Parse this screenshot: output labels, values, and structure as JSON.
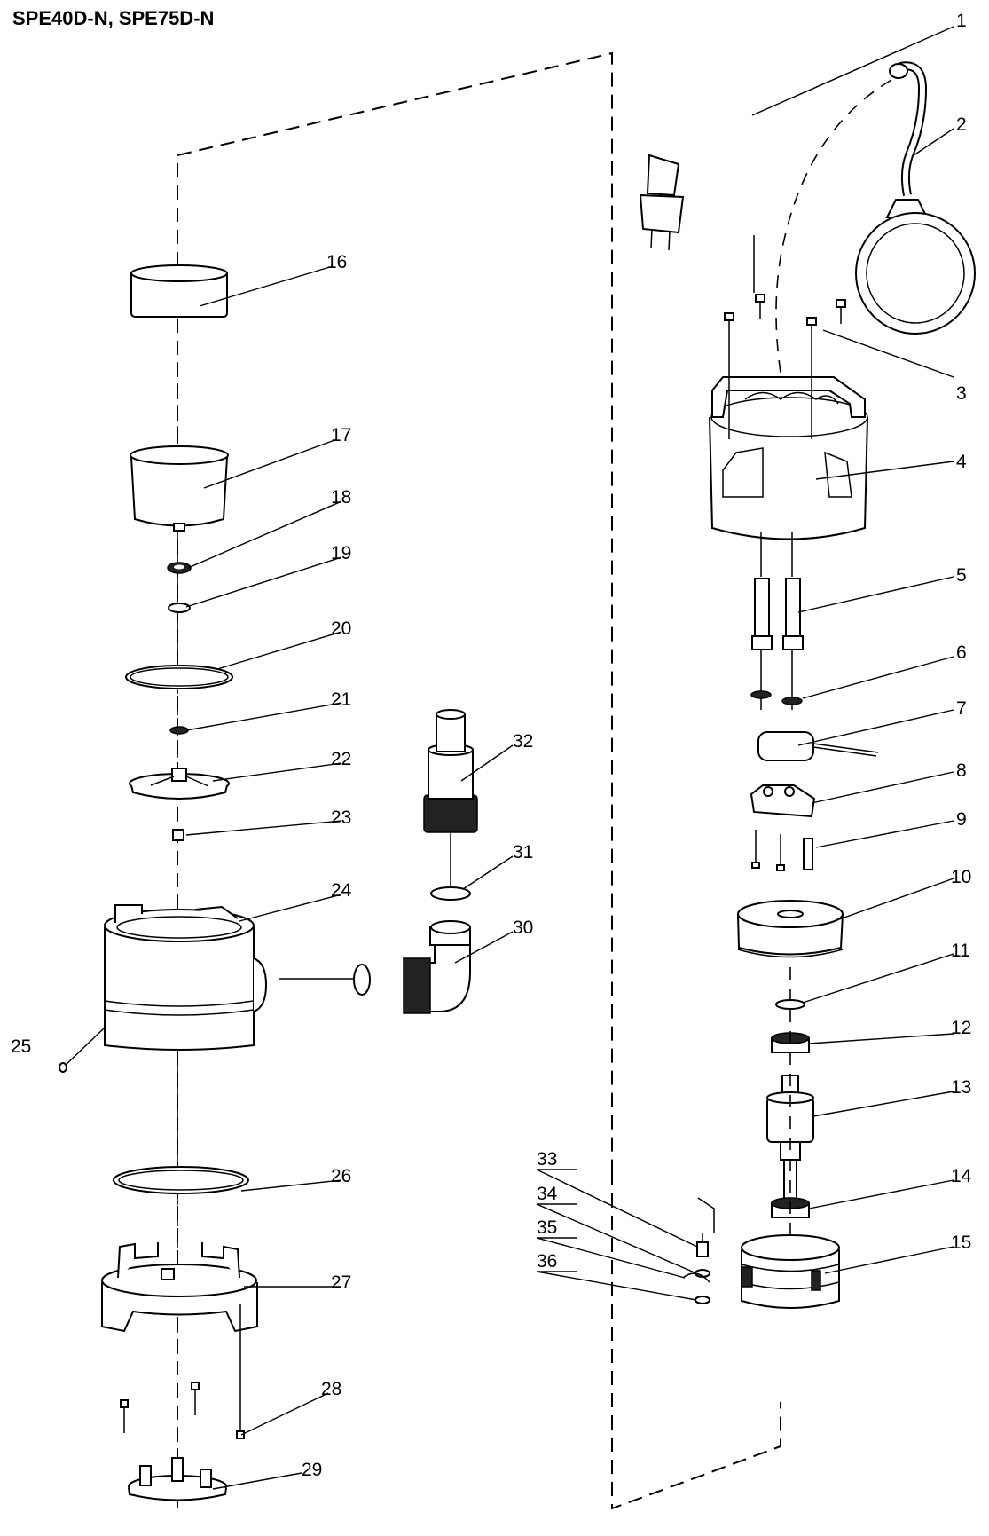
{
  "title": "SPE40D-N, SPE75D-N",
  "part_labels": [
    "1",
    "2",
    "3",
    "4",
    "5",
    "6",
    "7",
    "8",
    "9",
    "10",
    "11",
    "12",
    "13",
    "14",
    "15",
    "16",
    "17",
    "18",
    "19",
    "20",
    "21",
    "22",
    "23",
    "24",
    "25",
    "26",
    "27",
    "28",
    "29",
    "30",
    "31",
    "32",
    "33",
    "34",
    "35",
    "36"
  ]
}
